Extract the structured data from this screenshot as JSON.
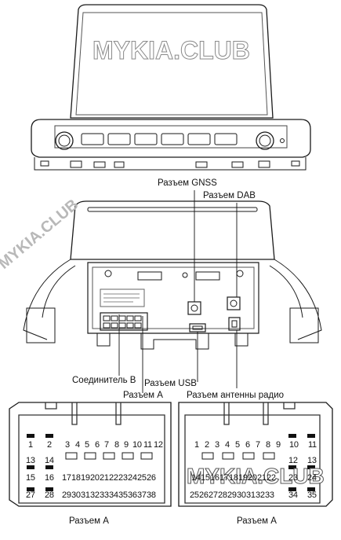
{
  "watermarks": {
    "top": "MYKIA.CLUB",
    "diagonal": "MYKIA.CLUB",
    "bottom": "MYKIA.CLUB"
  },
  "callouts": {
    "gnss": "Разъем GNSS",
    "dab": "Разъем DAB",
    "connector_b": "Соединитель B",
    "usb": "Разъем USB",
    "connector_a": "Разъем A",
    "radio_antenna": "Разъем антенны радио"
  },
  "pinouts": {
    "left": {
      "caption": "Разъем A",
      "row1": [
        "1",
        "2",
        "3",
        "4",
        "5",
        "6",
        "7",
        "8",
        "9",
        "10",
        "11",
        "12"
      ],
      "row2": [
        "13",
        "14"
      ],
      "row3": [
        "15",
        "16",
        "17",
        "18",
        "19",
        "20",
        "21",
        "22",
        "23",
        "24",
        "25",
        "26"
      ],
      "row4": [
        "27",
        "28",
        "29",
        "30",
        "31",
        "32",
        "33",
        "34",
        "35",
        "36",
        "37",
        "38"
      ]
    },
    "right": {
      "caption": "Разъем A",
      "row1": [
        "1",
        "2",
        "3",
        "4",
        "5",
        "6",
        "7",
        "8",
        "9",
        "10",
        "11"
      ],
      "row2": [
        "12",
        "13"
      ],
      "row3": [
        "14",
        "15",
        "16",
        "17",
        "18",
        "19",
        "20",
        "21",
        "22",
        "23",
        "24"
      ],
      "row4": [
        "25",
        "26",
        "27",
        "28",
        "29",
        "30",
        "31",
        "32",
        "33",
        "34",
        "35"
      ]
    }
  }
}
